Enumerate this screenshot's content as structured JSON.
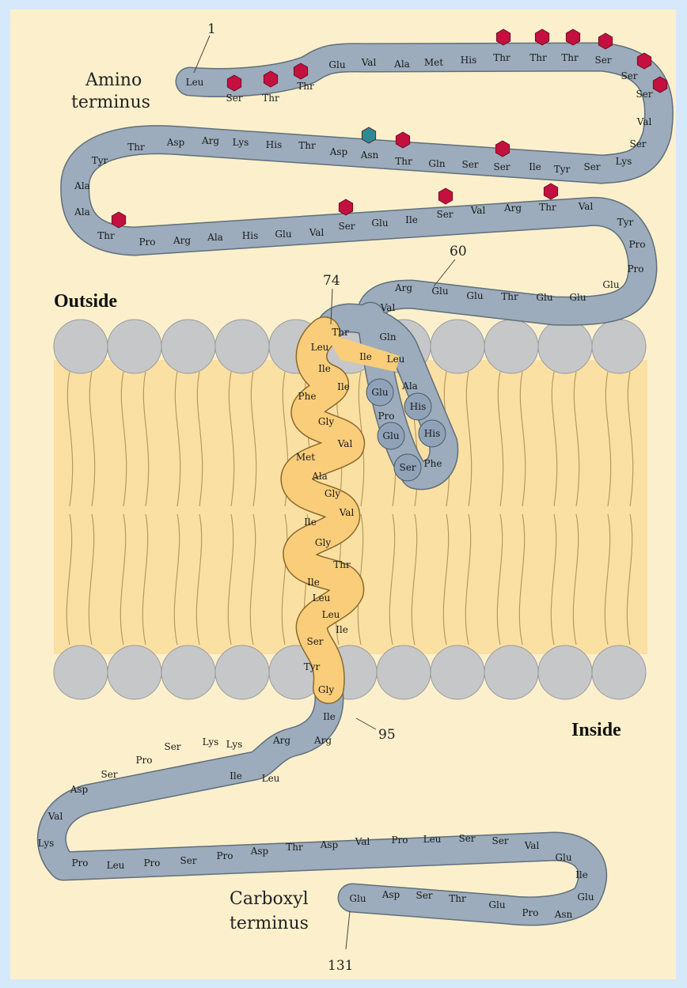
{
  "labels": {
    "amino": [
      "Amino",
      "terminus"
    ],
    "carboxyl": [
      "Carboxyl",
      "terminus"
    ],
    "outside": "Outside",
    "inside": "Inside",
    "num_1": "1",
    "num_60": "60",
    "num_74": "74",
    "num_95": "95",
    "num_131": "131"
  },
  "colors": {
    "frame": "#d6e9fb",
    "background": "#fcf0cc",
    "chain": "#9cacbc",
    "helix": "#f9cd7a",
    "membrane": "#fbe0a3",
    "head": "#c6c7c9",
    "glycan_red": "#c4103f",
    "glycan_teal": "#2d8a92"
  },
  "residues": [
    "Leu",
    "Ser",
    "Thr",
    "Thr",
    "Glu",
    "Val",
    "Ala",
    "Met",
    "His",
    "Thr",
    "Thr",
    "Thr",
    "Ser",
    "Ser",
    "Ser",
    "Val",
    "Ser",
    "Lys",
    "Ser",
    "Tyr",
    "Ile",
    "Ser",
    "Ser",
    "Gln",
    "Thr",
    "Asn",
    "Asp",
    "Thr",
    "His",
    "Lys",
    "Arg",
    "Asp",
    "Thr",
    "Tyr",
    "Ala",
    "Ala",
    "Thr",
    "Pro",
    "Arg",
    "Ala",
    "His",
    "Glu",
    "Val",
    "Ser",
    "Glu",
    "Ile",
    "Ser",
    "Val",
    "Arg",
    "Thr",
    "Val",
    "Tyr",
    "Pro",
    "Pro",
    "Glu",
    "Glu",
    "Glu",
    "Thr",
    "Glu",
    "Glu",
    "Arg",
    "Val",
    "Gln",
    "Leu",
    "Ala",
    "His",
    "His",
    "Phe",
    "Ser",
    "Glu",
    "Pro",
    "Glu",
    "Ile",
    "Ile",
    "Thr",
    "Leu",
    "Ile",
    "Phe",
    "Gly",
    "Val",
    "Met",
    "Ala",
    "Gly",
    "Val",
    "Ile",
    "Gly",
    "Thr",
    "Ile",
    "Leu",
    "Leu",
    "Ile",
    "Ser",
    "Tyr",
    "Gly",
    "Ile",
    "Arg",
    "Arg",
    "Leu",
    "Ile",
    "Lys",
    "Lys",
    "Ser",
    "Pro",
    "Ser",
    "Asp",
    "Val",
    "Lys",
    "Pro",
    "Leu",
    "Pro",
    "Ser",
    "Pro",
    "Asp",
    "Thr",
    "Asp",
    "Val",
    "Pro",
    "Leu",
    "Ser",
    "Ser",
    "Val",
    "Glu",
    "Ile",
    "Glu",
    "Asn",
    "Pro",
    "Glu",
    "Thr",
    "Ser",
    "Asp",
    "Glu"
  ]
}
